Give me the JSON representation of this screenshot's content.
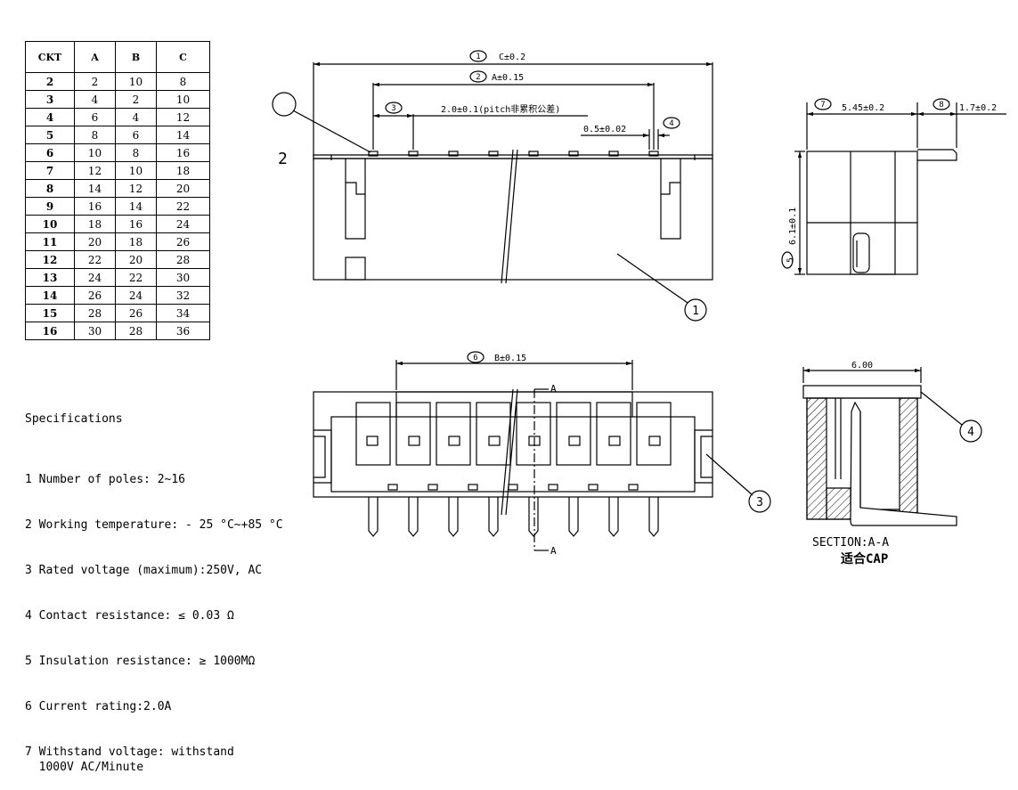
{
  "dimension_table": {
    "headers": [
      "CKT",
      "A",
      "B",
      "C"
    ],
    "rows": [
      [
        "2",
        "2",
        "10",
        "8"
      ],
      [
        "3",
        "4",
        "2",
        "10"
      ],
      [
        "4",
        "6",
        "4",
        "12"
      ],
      [
        "5",
        "8",
        "6",
        "14"
      ],
      [
        "6",
        "10",
        "8",
        "16"
      ],
      [
        "7",
        "12",
        "10",
        "18"
      ],
      [
        "8",
        "14",
        "12",
        "20"
      ],
      [
        "9",
        "16",
        "14",
        "22"
      ],
      [
        "10",
        "18",
        "16",
        "24"
      ],
      [
        "11",
        "20",
        "18",
        "26"
      ],
      [
        "12",
        "22",
        "20",
        "28"
      ],
      [
        "13",
        "24",
        "22",
        "30"
      ],
      [
        "14",
        "26",
        "24",
        "32"
      ],
      [
        "15",
        "28",
        "26",
        "34"
      ],
      [
        "16",
        "30",
        "28",
        "36"
      ]
    ]
  },
  "specifications": {
    "title": "Specifications",
    "items": [
      "1 Number of poles: 2~16",
      "2 Working temperature: - 25 °C~+85 °C",
      "3 Rated voltage (maximum):250V, AC",
      "4 Contact resistance: ≤ 0.03 Ω",
      "5 Insulation resistance: ≥ 1000MΩ",
      "6 Current rating:2.0A",
      "7 Withstand voltage: withstand\n  1000V AC/Minute"
    ]
  },
  "front_view": {
    "dim_c": "C±0.2",
    "dim_a": "A±0.15",
    "dim_pitch": "2.0±0.1(pitch非累积公差)",
    "dim_pin": "0.5±0.02",
    "callout_1": "1",
    "callout_2": "2",
    "callout_3": "3",
    "callout_4": "4",
    "side_label": "2"
  },
  "top_view": {
    "dim_b": "B±0.15",
    "callout_6": "6",
    "callout_3": "3",
    "section_label": "A",
    "section_label_bottom": "A"
  },
  "side_view": {
    "dim_7": "5.45±0.2",
    "dim_8": "1.7±0.2",
    "dim_5": "6.1±0.1",
    "callout_7": "7",
    "callout_8": "8",
    "callout_5": "5"
  },
  "section_view": {
    "dim_width": "6.00",
    "callout_4": "4",
    "title": "SECTION:A-A",
    "subtitle": "适合CAP"
  }
}
